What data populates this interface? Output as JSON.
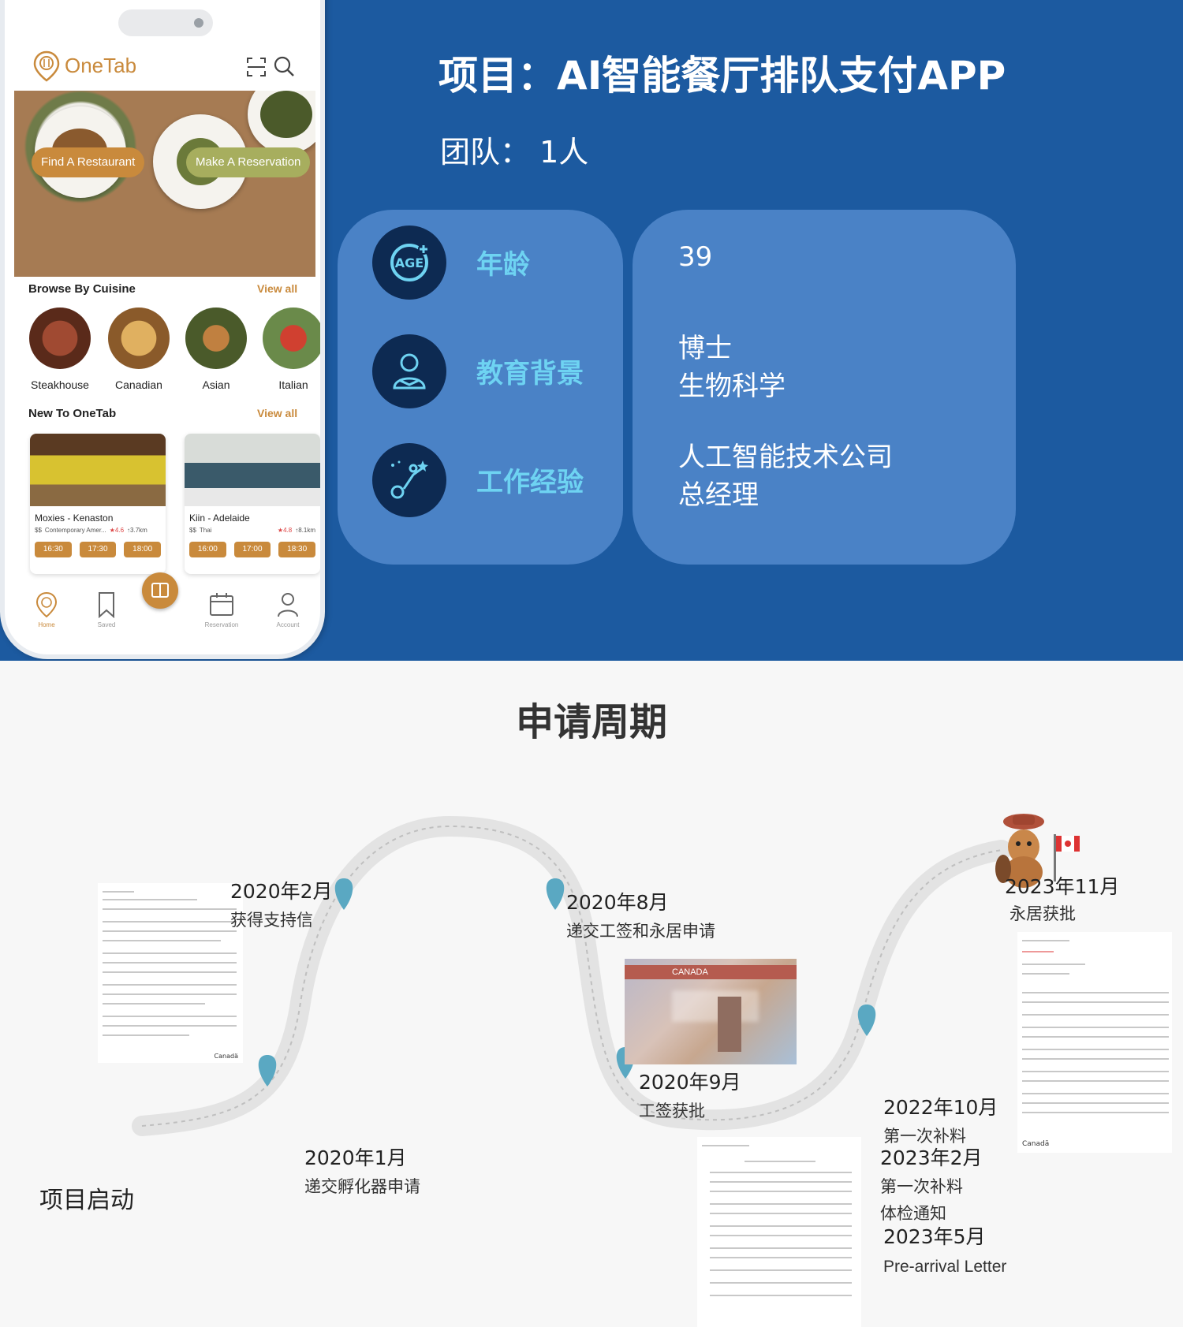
{
  "phone": {
    "brand": "OneTab",
    "hero": {
      "find_label": "Find A Restaurant",
      "make_label": "Make A Reservation"
    },
    "browse": {
      "title": "Browse By Cuisine",
      "view_all": "View all",
      "items": [
        {
          "label": "Steakhouse",
          "color": "#7a3a2a"
        },
        {
          "label": "Canadian",
          "color": "#b07a3a"
        },
        {
          "label": "Asian",
          "color": "#5a6a3a"
        },
        {
          "label": "Italian",
          "color": "#6a8a4a"
        }
      ]
    },
    "new": {
      "title": "New To OneTab",
      "view_all": "View all",
      "restaurants": [
        {
          "name": "Moxies - Kenaston",
          "price": "$$",
          "cuisine": "Contemporary Amer...",
          "rating": "★4.6",
          "distance": "↑3.7km",
          "slots": [
            "16:30",
            "17:30",
            "18:00"
          ]
        },
        {
          "name": "Kiin - Adelaide",
          "price": "$$",
          "cuisine": "Thai",
          "rating": "★4.8",
          "distance": "↑8.1km",
          "slots": [
            "16:00",
            "17:00",
            "18:30"
          ]
        }
      ]
    },
    "nav": [
      {
        "label": "Home",
        "icon": "home-pin-icon",
        "active": true
      },
      {
        "label": "Saved",
        "icon": "bookmark-icon",
        "active": false
      },
      {
        "label": "Reservation",
        "icon": "calendar-icon",
        "active": false
      },
      {
        "label": "Account",
        "icon": "person-icon",
        "active": false
      }
    ],
    "colors": {
      "brand": "#c98a3c",
      "accent": "#a7ae5e"
    }
  },
  "project": {
    "title": "项目：AI智能餐厅排队支付APP",
    "team": "团队：  1人",
    "attributes": [
      {
        "label": "年龄",
        "icon": "age-icon",
        "value_lines": [
          "39"
        ]
      },
      {
        "label": "教育背景",
        "icon": "education-icon",
        "value_lines": [
          "博士",
          "生物科学"
        ]
      },
      {
        "label": "工作经验",
        "icon": "career-icon",
        "value_lines": [
          "人工智能技术公司",
          "总经理"
        ]
      }
    ],
    "colors": {
      "background": "#1c5aa0",
      "card": "#4a82c6",
      "icon_bg": "#0d2a52",
      "label": "#6ed3f2"
    }
  },
  "timeline": {
    "heading": "申请周期",
    "start_label": "项目启动",
    "milestones": [
      {
        "date": "2020年1月",
        "desc": "递交孵化器申请"
      },
      {
        "date": "2020年2月",
        "desc": "获得支持信"
      },
      {
        "date": "2020年8月",
        "desc": "递交工签和永居申请"
      },
      {
        "date": "2020年9月",
        "desc": "工签获批"
      },
      {
        "date": "2023年11月",
        "desc": "永居获批"
      }
    ],
    "group": {
      "lines": [
        "2022年10月",
        "第一次补料",
        "2023年2月",
        "第一次补料",
        "体检通知",
        "2023年5月",
        "Pre-arrival Letter"
      ]
    },
    "visa_text": "CANADA",
    "doc_brand": "Canadä",
    "colors": {
      "pin": "#5aa8c2",
      "path": "#e3e3e3"
    }
  }
}
